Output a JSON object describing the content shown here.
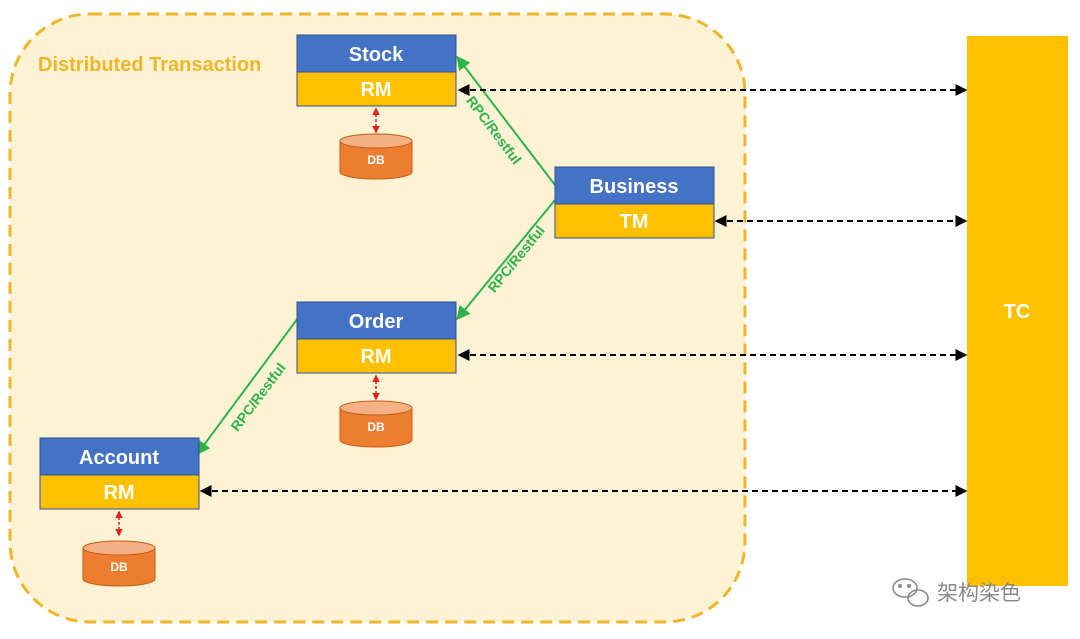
{
  "region": {
    "label": "Distributed Transaction"
  },
  "services": {
    "stock": {
      "name": "Stock",
      "role": "RM"
    },
    "business": {
      "name": "Business",
      "role": "TM"
    },
    "order": {
      "name": "Order",
      "role": "RM"
    },
    "account": {
      "name": "Account",
      "role": "RM"
    }
  },
  "db_label": "DB",
  "coordinator": {
    "label": "TC"
  },
  "edges": [
    {
      "from": "business",
      "to": "stock",
      "label": "RPC/Restful"
    },
    {
      "from": "business",
      "to": "order",
      "label": "RPC/Restful"
    },
    {
      "from": "order",
      "to": "account",
      "label": "RPC/Restful"
    }
  ],
  "watermark": {
    "text": "架构染色",
    "icon": "wechat-icon"
  },
  "colors": {
    "service_header": "#4472c4",
    "role_band": "#ffc000",
    "db": "#ed7d31",
    "region_fill": "#fdf2d4",
    "region_border": "#f1b52a",
    "call_line": "#2db34a",
    "db_link": "#e02020",
    "tc_link": "#000000"
  }
}
